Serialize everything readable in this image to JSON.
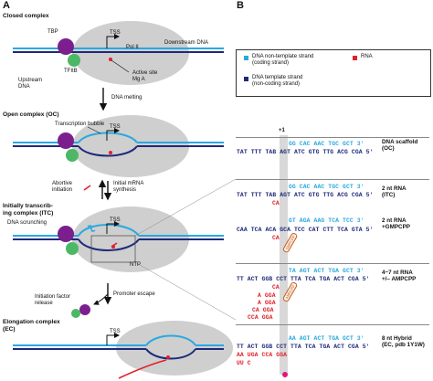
{
  "panel_a": {
    "letter": "A",
    "closed_complex": {
      "title": "Closed complex",
      "tbp": "TBP",
      "tfiib": "TFIIB",
      "tss": "TSS",
      "pol2": "Pol II",
      "downstream": "Downstream DNA",
      "upstream_line1": "Upstream",
      "upstream_line2": "DNA",
      "active_line1": "Active site",
      "active_line2": "Mg A"
    },
    "dna_melting": "DNA melting",
    "open_complex": {
      "title": "Open complex (OC)",
      "bubble": "Transcription bubble",
      "tss": "TSS"
    },
    "abortive_line1": "Abortive",
    "abortive_line2": "initiation",
    "initial_line1": "Initial mRNA",
    "initial_line2": "synthesis",
    "itc": {
      "title_line1": "Initially transcrib-",
      "title_line2": "ing complex (ITC)",
      "scrunching": "DNA scrunching",
      "tss": "TSS",
      "ntp": "NTP"
    },
    "release_line1": "Initiation factor",
    "release_line2": "release",
    "promoter_escape": "Promoter escape",
    "ec": {
      "title_line1": "Elongation complex",
      "title_line2": "(EC)",
      "tss": "TSS"
    }
  },
  "panel_b": {
    "letter": "B",
    "legend": {
      "ntv_line1": "DNA non-template strand",
      "ntv_line2": "(coding strand)",
      "tmp_line1": "DNA template strand",
      "tmp_line2": "(non-coding strand)",
      "rna": "RNA",
      "ntv_color": "#29a9e0",
      "tmp_color": "#1d2a7a",
      "rna_color": "#e0222a"
    },
    "plus_one": "+1",
    "rows": [
      {
        "top": "GG CAC AAC TGC GCT 3'",
        "bottom": "TAT TTT TAB AGT ATC GTG TTG ACG CGA 5'",
        "desc_line1": "DNA scaffold",
        "desc_line2": "(OC)"
      },
      {
        "top": "GG CAC AAC TGC GCT 3'",
        "bottom": "TAT TTT TAB AGT ATC GTG TTG ACG CGA 5'",
        "rna": "CA",
        "desc_line1": "2 nt RNA",
        "desc_line2": "(ITC)"
      },
      {
        "top": "GT AGA AAG TCA TCC 3'",
        "bottom": "CAA TCA ACA GCA TCC CAT CTT TCA GTA 5'",
        "rna": "CA",
        "drug": "GMPCPP",
        "desc_line1": "2 nt RNA",
        "desc_line2": "+GMPCPP"
      },
      {
        "top": "TA AGT ACT TGA GCT 3'",
        "bottom": "TT ACT GGB CCT TTA TCA TGA ACT CGA 5'",
        "rna": [
          "CA",
          "A GGA",
          "A GGA",
          "CA GGA",
          "CCA GGA"
        ],
        "drug": "AMPCPP",
        "desc_line1": "4~7 nt RNA",
        "desc_line2": "+/– AMPCPP"
      },
      {
        "top": "AA AGT ACT TGA GCT 3'",
        "bottom": "TT ACT GGB CCT TTA TCA TGA ACT CGA 5'",
        "rna": [
          "AA UGA CCA GGA",
          "UU C"
        ],
        "desc_line1": "8 nt Hybrid",
        "desc_line2": "(EC, pdb 1Y1W)"
      }
    ]
  }
}
